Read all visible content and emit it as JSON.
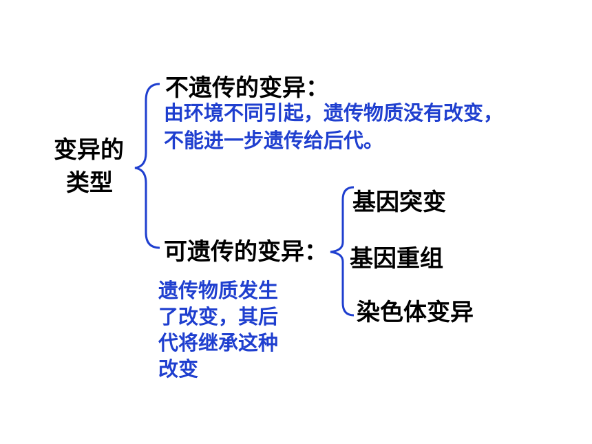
{
  "root": {
    "line1": "变异的",
    "line2": "类型"
  },
  "non_heritable": {
    "title": "不遗传的变异：",
    "desc_line1": "由环境不同引起，遗传物质没有改变，",
    "desc_line2": "不能进一步遗传给后代。"
  },
  "heritable": {
    "title": "可遗传的变异：",
    "desc_lines": [
      "遗传物质发生",
      "了改变，其后",
      "代将继承这种",
      "改变"
    ],
    "types": [
      "基因突变",
      "基因重组",
      "染色体变异"
    ]
  },
  "colors": {
    "text": "#000000",
    "explanation": "#1f3fcf",
    "brace": "#1f3fcf"
  }
}
